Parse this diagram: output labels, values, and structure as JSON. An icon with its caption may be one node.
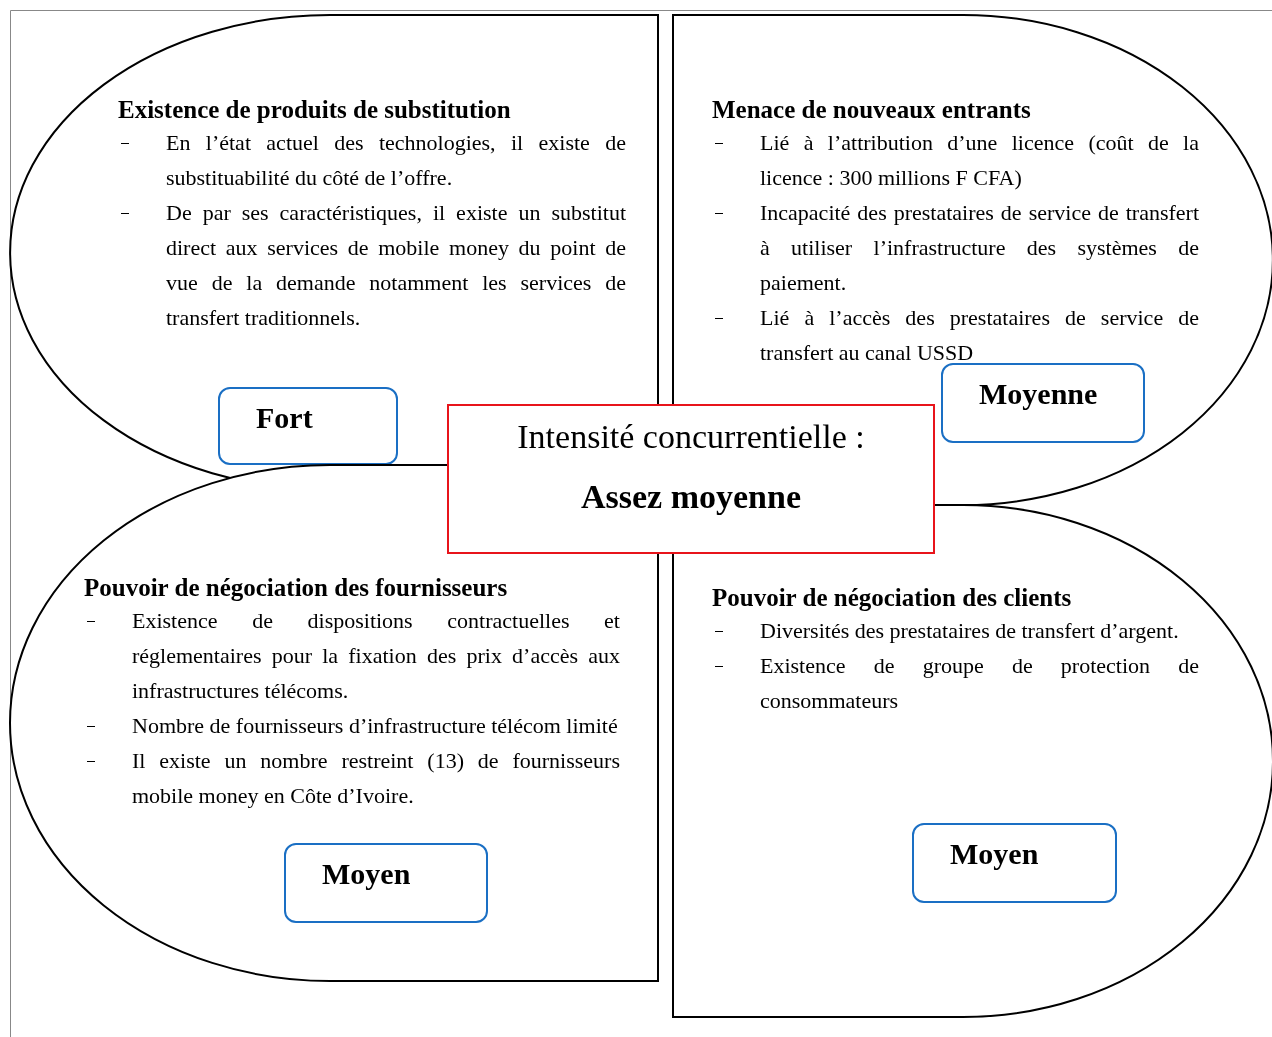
{
  "diagram": {
    "nodes": [
      {
        "text": [
          "Existence de produits de substitution",
          "En l’état actuel des technologies, il existe de substituabilité du côté de l’offre.",
          "De par ses caractéristiques, il existe un substitut direct aux services de mobile money du point de vue de la demande notamment les services de transfert traditionnels."
        ]
      },
      {
        "text": [
          "Fort"
        ],
        "in": 0
      },
      {
        "text": [
          "Menace de nouveaux entrants",
          "Lié à l’attribution d’une licence (coût de la licence : 300 millions F CFA)",
          "Incapacité des prestataires de service de transfert à utiliser l’infrastructure des systèmes de paiement.",
          "Lié à l’accès des prestataires de service de transfert au canal USSD"
        ]
      },
      {
        "text": [
          "Moyenne"
        ],
        "in": 2
      },
      {
        "text": [
          "Intensité concurrentielle :",
          "Assez moyenne"
        ]
      },
      {
        "text": [
          "Pouvoir de négociation des fournisseurs",
          "Existence de dispositions contractuelles et réglementaires pour la fixation des prix d’accès aux infrastructures télécoms.",
          "Nombre de fournisseurs d’infrastructure télécom limité",
          "Il existe un nombre restreint (13) de fournisseurs mobile money en Côte d’Ivoire."
        ]
      },
      {
        "text": [
          "Moyen"
        ],
        "in": 5
      },
      {
        "text": [
          "Pouvoir de négociation des clients",
          "Diversités des prestataires de transfert d’argent.",
          "Existence de groupe de protection de consommateurs"
        ]
      },
      {
        "text": [
          "Moyen"
        ],
        "in": 7
      }
    ]
  }
}
